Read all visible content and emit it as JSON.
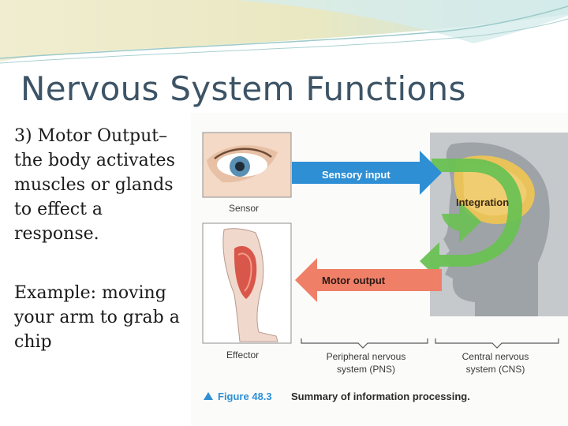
{
  "slide": {
    "title": "Nervous System Functions",
    "body_paragraph_1_lines": [
      "3) Motor Output–",
      "the body activates",
      "muscles or glands",
      "to effect a",
      "response."
    ],
    "body_paragraph_2_lines": [
      "Example: moving",
      "your arm to grab a",
      "chip"
    ]
  },
  "figure": {
    "sensory_input_label": "Sensory input",
    "integration_label": "Integration",
    "motor_output_label": "Motor output",
    "sensor_label": "Sensor",
    "effector_label": "Effector",
    "pns_label_line1": "Peripheral nervous",
    "pns_label_line2": "system (PNS)",
    "cns_label_line1": "Central nervous",
    "cns_label_line2": "system (CNS)",
    "caption_number": "Figure 48.3",
    "caption_text": "Summary of information processing.",
    "colors": {
      "sensory_arrow": "#2e8fd4",
      "motor_arrow": "#f07f68",
      "integration": "#6ac153",
      "head": "#b9bec2"
    }
  }
}
